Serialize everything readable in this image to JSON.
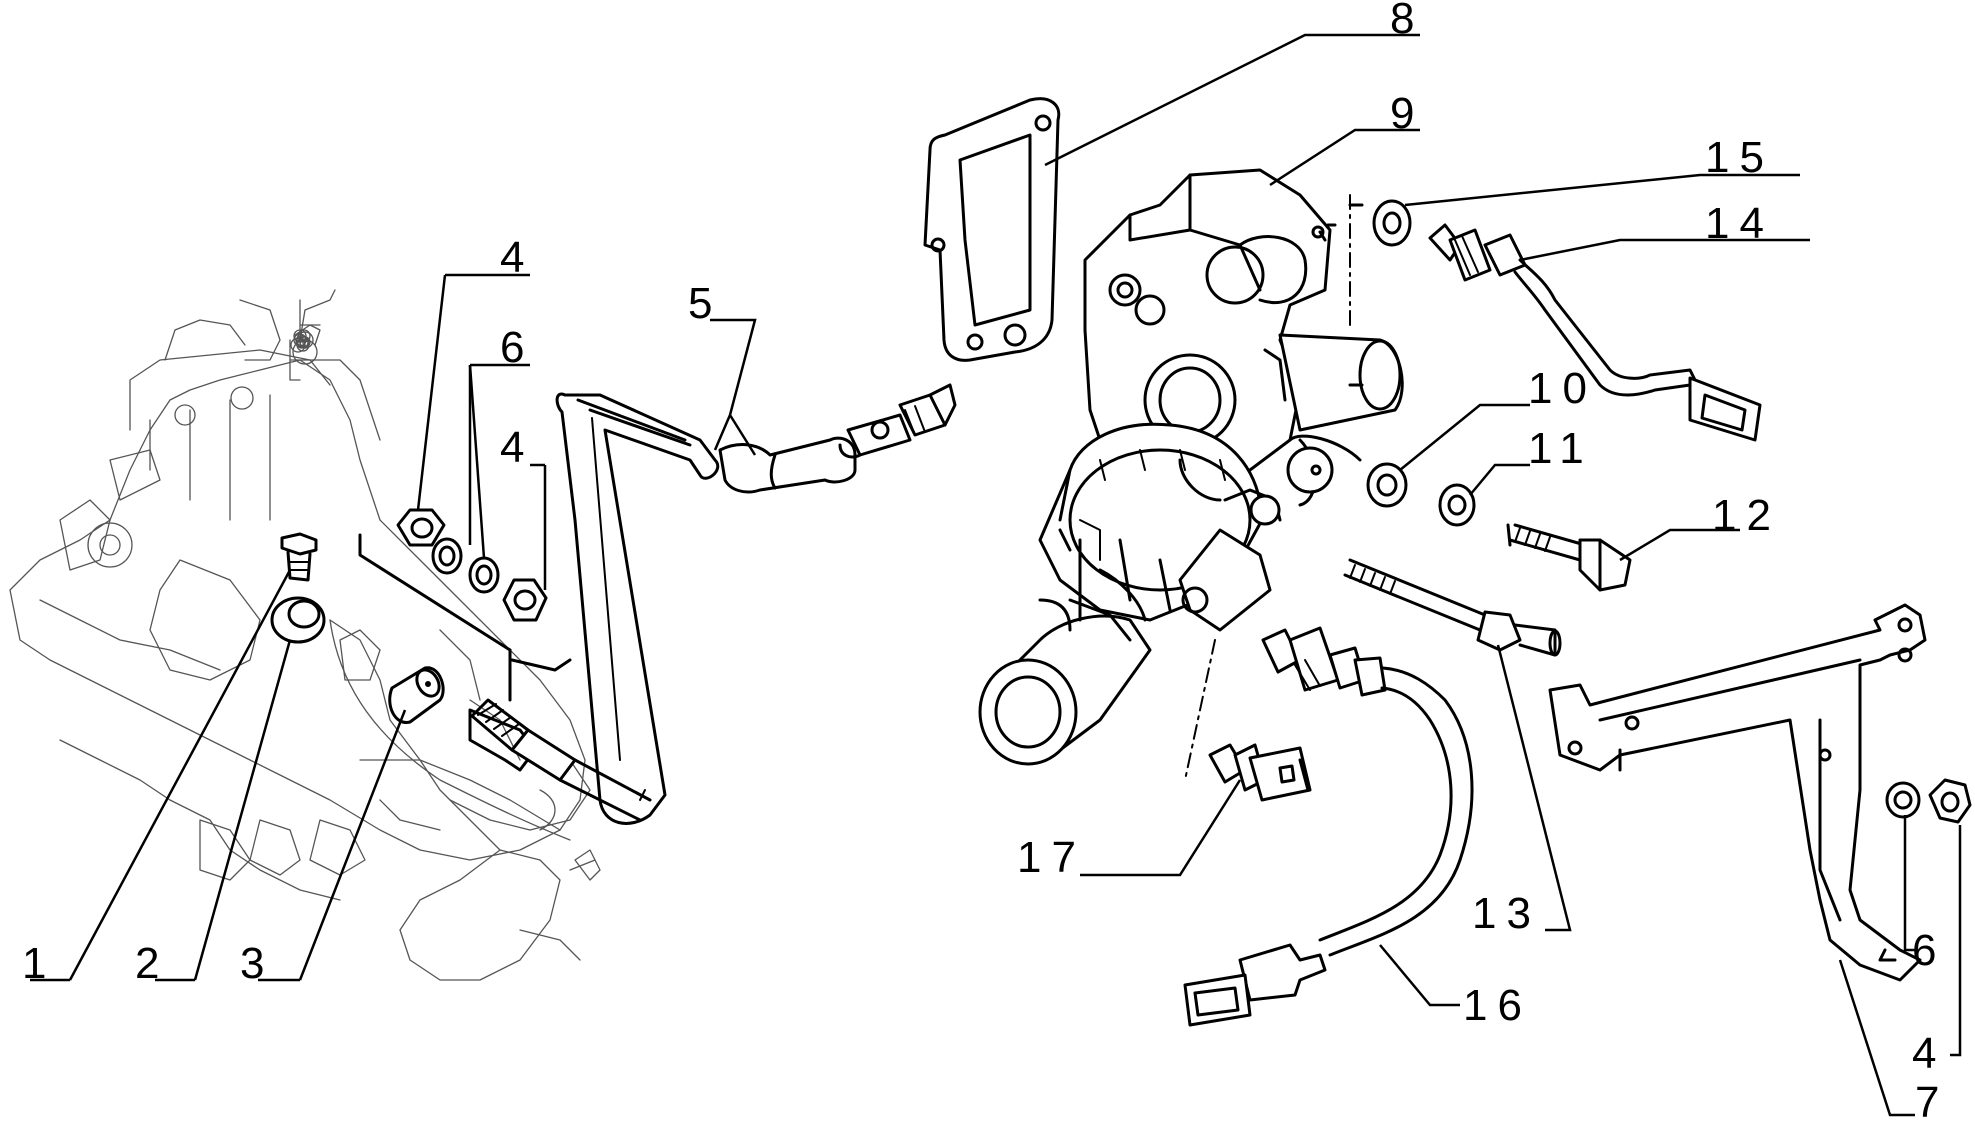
{
  "diagram": {
    "callouts": {
      "c1": "1",
      "c2": "2",
      "c3": "3",
      "c4_a": "4",
      "c4_b": "4",
      "c4_c": "4",
      "c5": "5",
      "c6_a": "6",
      "c6_b": "6",
      "c7": "7",
      "c8": "8",
      "c9": "9",
      "c10": "10",
      "c11": "11",
      "c12": "12",
      "c13": "13",
      "c14": "14",
      "c15": "15",
      "c16": "16",
      "c17": "17"
    }
  }
}
